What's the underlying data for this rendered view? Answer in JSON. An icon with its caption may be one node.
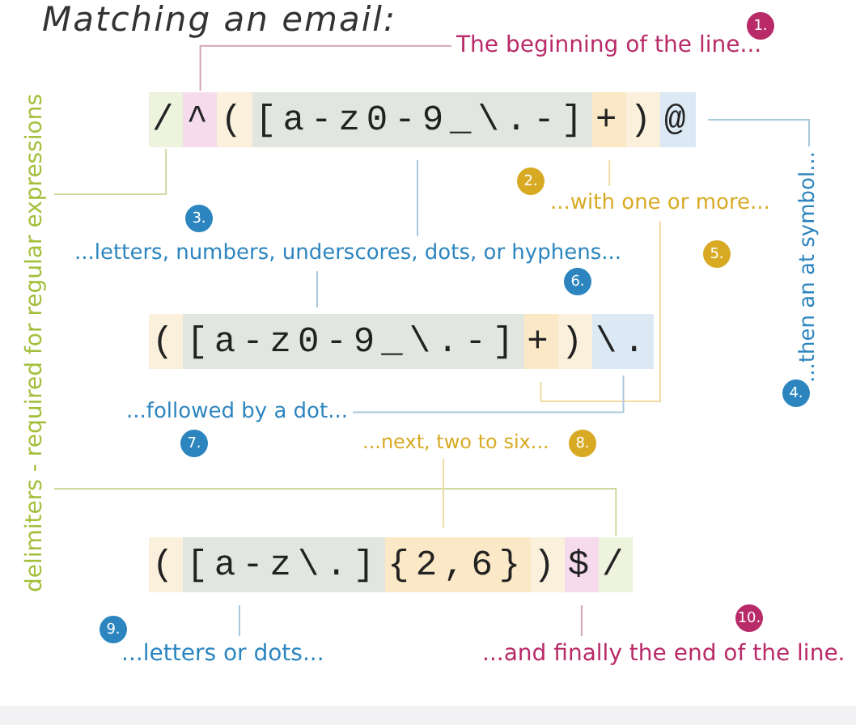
{
  "diagram": {
    "title": "Matching an email:",
    "nodes": [
      {
        "text": [
          "/"
        ]
      },
      {
        "text": [
          "^"
        ]
      },
      {
        "text": [
          "("
        ]
      },
      {
        "text": [
          "[a-z0-9_\\.-]"
        ]
      },
      {
        "text": [
          "+"
        ]
      },
      {
        "text": [
          ")"
        ]
      },
      {
        "text": [
          "@"
        ]
      },
      {
        "text": [
          "("
        ]
      },
      {
        "text": [
          "[a-z0-9_\\.-]"
        ]
      },
      {
        "text": [
          "+"
        ]
      },
      {
        "text": [
          ")"
        ]
      },
      {
        "text": [
          "\\."
        ]
      },
      {
        "text": [
          "("
        ]
      },
      {
        "text": [
          "[a-z\\.]"
        ]
      },
      {
        "text": [
          "{2,6}"
        ]
      },
      {
        "text": [
          ")"
        ]
      },
      {
        "text": [
          "$"
        ]
      },
      {
        "text": [
          "/"
        ]
      },
      {
        "text": [
          "The beginning of the line..."
        ]
      },
      {
        "text": [
          "delimiters - required for regular expressions"
        ]
      },
      {
        "text": [
          "...with one or more..."
        ]
      },
      {
        "text": [
          "...then an at symbol..."
        ]
      },
      {
        "text": [
          "...letters, numbers, underscores, dots, or hyphens..."
        ]
      },
      {
        "text": [
          "...followed by a dot..."
        ]
      },
      {
        "text": [
          "...next, two to six..."
        ]
      },
      {
        "text": [
          "...letters or dots..."
        ]
      },
      {
        "text": [
          "...and finally the end of the line."
        ]
      }
    ],
    "edges": [
      {
        "from": 18,
        "to": 1,
        "arrow": "none",
        "color": "#d4a3bb"
      },
      {
        "from": 19,
        "to": 0,
        "arrow": "none",
        "color": "#cdd99f"
      },
      {
        "from": 19,
        "to": 17,
        "arrow": "none",
        "color": "#cdd99f"
      },
      {
        "from": 20,
        "to": 4,
        "arrow": "none",
        "color": "#efdca3"
      },
      {
        "from": 20,
        "to": 9,
        "arrow": "none",
        "color": "#efdca3"
      },
      {
        "from": 21,
        "to": 6,
        "arrow": "none"
      },
      {
        "from": 22,
        "to": 3,
        "arrow": "none"
      },
      {
        "from": 22,
        "to": 8,
        "arrow": "none"
      },
      {
        "from": 23,
        "to": 11,
        "arrow": "none"
      },
      {
        "from": 24,
        "to": 14,
        "arrow": "none",
        "color": "#efdca3"
      },
      {
        "from": 25,
        "to": 13,
        "arrow": "none"
      },
      {
        "from": 26,
        "to": 16,
        "arrow": "none",
        "color": "#d4a3bb"
      }
    ],
    "labels": [
      "1.",
      "2.",
      "3.",
      "5.",
      "6.",
      "4.",
      "7.",
      "8.",
      "9.",
      "10."
    ]
  }
}
